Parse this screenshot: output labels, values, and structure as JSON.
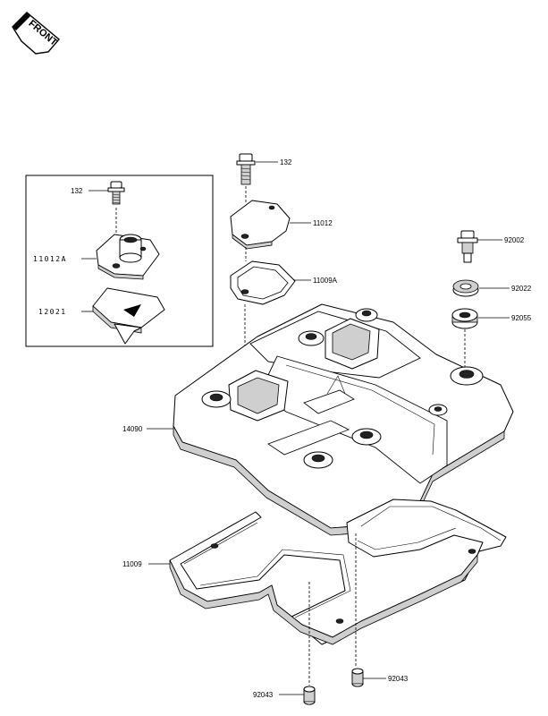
{
  "front_badge": {
    "text": "FRONT"
  },
  "parts": [
    {
      "id": "bolt_132_top",
      "number": "132"
    },
    {
      "id": "cover_11012",
      "number": "11012"
    },
    {
      "id": "gasket_11009A",
      "number": "11009A"
    },
    {
      "id": "bolt_92002",
      "number": "92002"
    },
    {
      "id": "washer_92022",
      "number": "92022"
    },
    {
      "id": "grommet_92055",
      "number": "92055"
    },
    {
      "id": "head_cover_14090",
      "number": "14090"
    },
    {
      "id": "gasket_11009",
      "number": "11009"
    },
    {
      "id": "dowel_92043_right",
      "number": "92043"
    },
    {
      "id": "dowel_92043_left",
      "number": "92043"
    }
  ],
  "inset": {
    "parts": [
      {
        "id": "bolt_132_inset",
        "number": "132"
      },
      {
        "id": "cover_11012A",
        "number": "11012A"
      },
      {
        "id": "plate_12021",
        "number": "12021"
      }
    ]
  }
}
